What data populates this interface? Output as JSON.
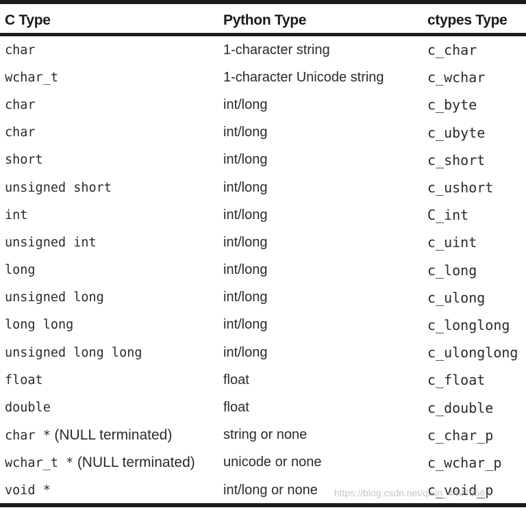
{
  "table": {
    "headers": [
      "C Type",
      "Python Type",
      "ctypes Type"
    ],
    "rows": [
      {
        "c_type": "char",
        "c_note": "",
        "python_type": "1-character string",
        "ctypes_type": "c_char"
      },
      {
        "c_type": "wchar_t",
        "c_note": "",
        "python_type": "1-character Unicode string",
        "ctypes_type": "c_wchar"
      },
      {
        "c_type": "char",
        "c_note": "",
        "python_type": "int/long",
        "ctypes_type": "c_byte"
      },
      {
        "c_type": "char",
        "c_note": "",
        "python_type": "int/long",
        "ctypes_type": "c_ubyte"
      },
      {
        "c_type": "short",
        "c_note": "",
        "python_type": "int/long",
        "ctypes_type": "c_short"
      },
      {
        "c_type": "unsigned short",
        "c_note": "",
        "python_type": "int/long",
        "ctypes_type": "c_ushort"
      },
      {
        "c_type": "int",
        "c_note": "",
        "python_type": "int/long",
        "ctypes_type": "C_int"
      },
      {
        "c_type": "unsigned int",
        "c_note": "",
        "python_type": "int/long",
        "ctypes_type": "c_uint"
      },
      {
        "c_type": "long",
        "c_note": "",
        "python_type": "int/long",
        "ctypes_type": "c_long"
      },
      {
        "c_type": "unsigned long",
        "c_note": "",
        "python_type": "int/long",
        "ctypes_type": "c_ulong"
      },
      {
        "c_type": "long long",
        "c_note": "",
        "python_type": "int/long",
        "ctypes_type": "c_longlong"
      },
      {
        "c_type": "unsigned long long",
        "c_note": "",
        "python_type": "int/long",
        "ctypes_type": "c_ulonglong"
      },
      {
        "c_type": "float",
        "c_note": "",
        "python_type": "float",
        "ctypes_type": "c_float"
      },
      {
        "c_type": "double",
        "c_note": "",
        "python_type": "float",
        "ctypes_type": "c_double"
      },
      {
        "c_type": "char *",
        "c_note": "(NULL terminated)",
        "python_type": "string or none",
        "ctypes_type": "c_char_p"
      },
      {
        "c_type": "wchar_t *",
        "c_note": "(NULL terminated)",
        "python_type": "unicode or none",
        "ctypes_type": "c_wchar_p"
      },
      {
        "c_type": "void *",
        "c_note": "",
        "python_type": "int/long or none",
        "ctypes_type": "c_void_p"
      }
    ]
  },
  "watermark": "https://blog.csdn.net/qixin_44978567"
}
